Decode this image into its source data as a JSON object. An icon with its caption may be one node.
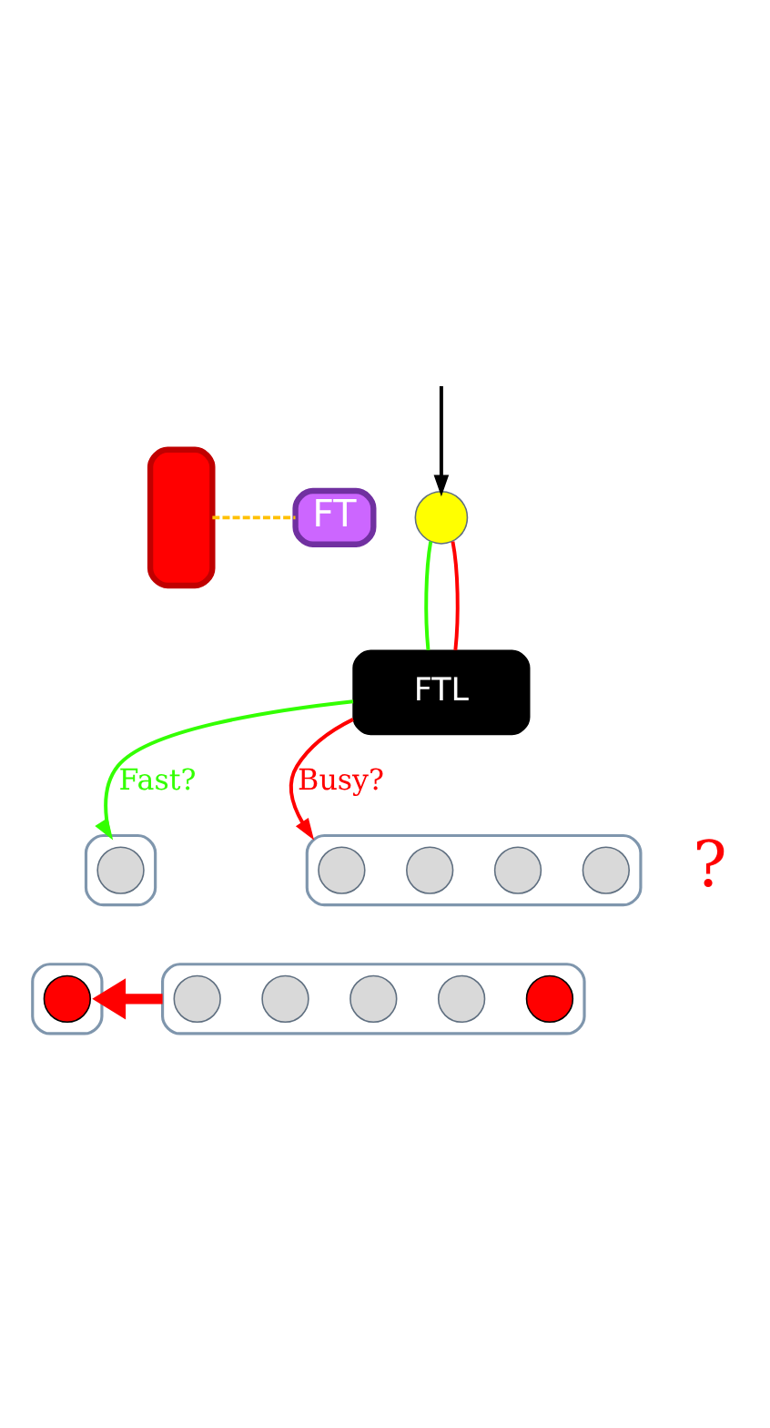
{
  "diagram": {
    "nodes": [
      {
        "text": [],
        "shape": "box"
      },
      {
        "text": [],
        "shape": "circle"
      },
      {
        "text": [
          "FT"
        ]
      },
      {
        "text": [
          "FTL"
        ]
      },
      {
        "text": [],
        "shape": "box"
      },
      {
        "text": [],
        "shape": "circle",
        "in": 4
      },
      {
        "text": [],
        "shape": "box"
      },
      {
        "text": [],
        "shape": "circle",
        "in": 6
      },
      {
        "text": [],
        "shape": "box"
      },
      {
        "text": [],
        "shape": "circle",
        "in": 8
      },
      {
        "text": [],
        "shape": "circle",
        "in": 8
      },
      {
        "text": [],
        "shape": "circle",
        "in": 8
      },
      {
        "text": [],
        "shape": "circle",
        "in": 8
      },
      {
        "text": [],
        "shape": "box"
      },
      {
        "text": [],
        "shape": "circle",
        "in": 13
      },
      {
        "text": [],
        "shape": "circle",
        "in": 13
      },
      {
        "text": [],
        "shape": "circle",
        "in": 13
      },
      {
        "text": [],
        "shape": "circle",
        "in": 13
      },
      {
        "text": [],
        "shape": "circle",
        "in": 13
      }
    ],
    "edges": [
      {
        "from": null,
        "to": 1,
        "arrow": "to",
        "color": "#000000"
      },
      {
        "from": 0,
        "to": 2,
        "arrow": "none",
        "style": "dashed",
        "color": "#ffc000"
      },
      {
        "from": 1,
        "to": 3,
        "arrow": "none",
        "color": "#33ff00"
      },
      {
        "from": 1,
        "to": 3,
        "arrow": "none",
        "color": "#ff0000"
      },
      {
        "from": 3,
        "to": 4,
        "label": "Fast?",
        "arrow": "to",
        "color": "#33ff00"
      },
      {
        "from": 3,
        "to": 8,
        "label": "Busy?",
        "arrow": "to",
        "color": "#ff0000"
      },
      {
        "from": 13,
        "to": 6,
        "arrow": "to",
        "style": "thick",
        "color": "#ff0000"
      }
    ],
    "labels": [
      "?"
    ]
  }
}
